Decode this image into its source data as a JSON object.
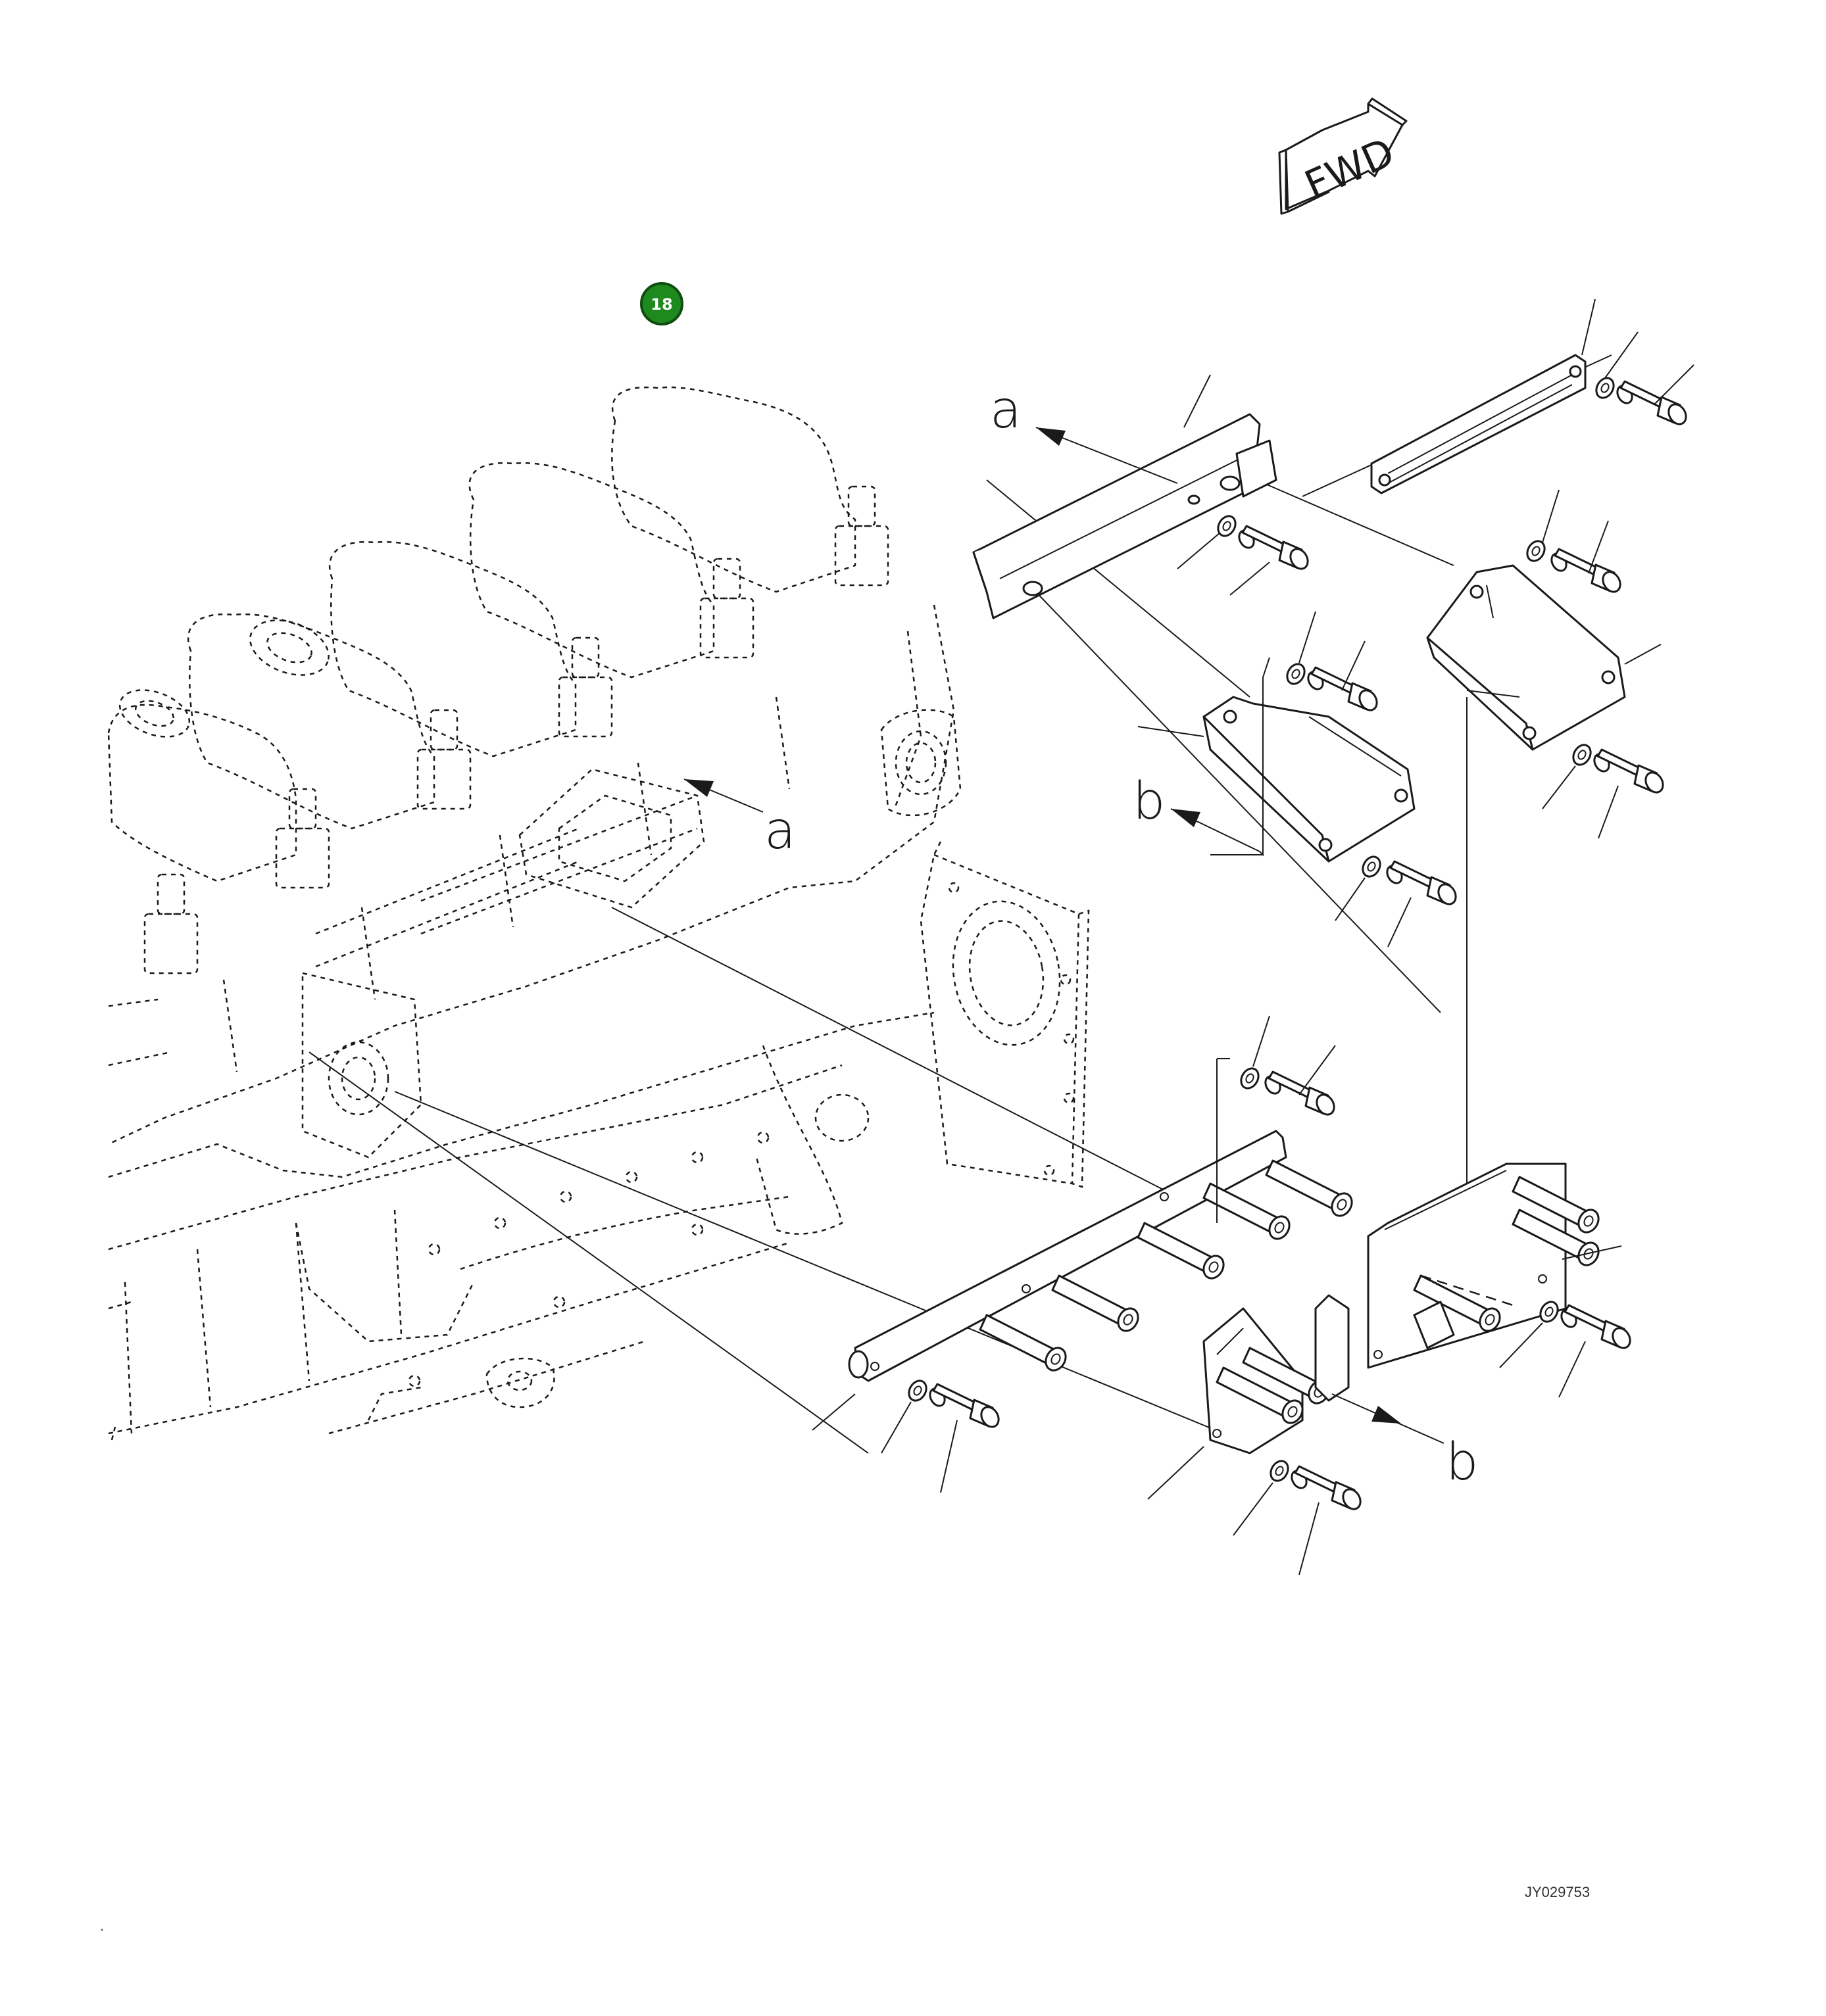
{
  "direction_marker": {
    "label": "FWD",
    "icon": "forward-arrow-icon"
  },
  "callout_badge": {
    "number": "18",
    "color": "#1e8a1e"
  },
  "view_letters": {
    "a_top": "a",
    "a_engine": "a",
    "b_left": "b",
    "b_bottom": "b"
  },
  "drawing_code": "JY029753",
  "colors": {
    "line": "#1a1a1a",
    "background": "#ffffff",
    "badge": "#1e8a1e"
  }
}
